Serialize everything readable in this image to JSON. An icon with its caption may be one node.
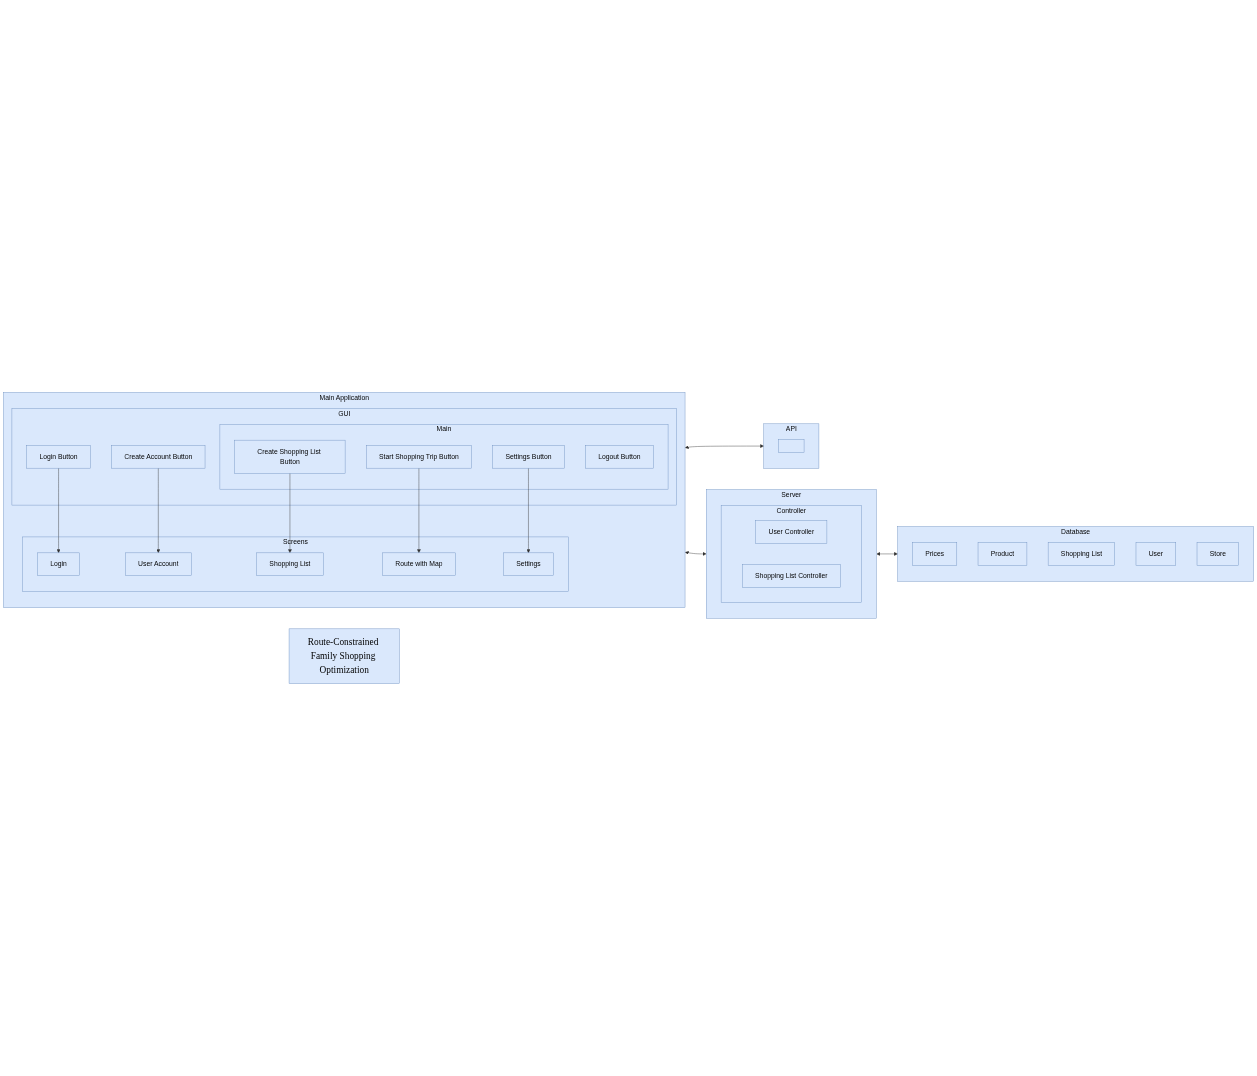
{
  "diagram": {
    "nodes": [
      {
        "text": [
          "Route-Constrained Family Shopping Optimization"
        ]
      },
      {
        "text": [
          "Main Application"
        ]
      },
      {
        "text": [
          "GUI"
        ],
        "in": 1
      },
      {
        "text": [
          "Login Button"
        ],
        "in": 2
      },
      {
        "text": [
          "Create Account Button"
        ],
        "in": 2
      },
      {
        "text": [
          "Main"
        ],
        "in": 2
      },
      {
        "text": [
          "Create Shopping List Button"
        ],
        "in": 5
      },
      {
        "text": [
          "Start Shopping Trip Button"
        ],
        "in": 5
      },
      {
        "text": [
          "Settings Button"
        ],
        "in": 5
      },
      {
        "text": [
          "Logout Button"
        ],
        "in": 5
      },
      {
        "text": [
          "Screens"
        ],
        "in": 1
      },
      {
        "text": [
          "Login"
        ],
        "in": 10
      },
      {
        "text": [
          "User Account"
        ],
        "in": 10
      },
      {
        "text": [
          "Shopping List"
        ],
        "in": 10
      },
      {
        "text": [
          "Route with Map"
        ],
        "in": 10
      },
      {
        "text": [
          "Settings"
        ],
        "in": 10
      },
      {
        "text": [
          "Server"
        ]
      },
      {
        "text": [
          "Controller"
        ],
        "in": 16
      },
      {
        "text": [
          "User Controller"
        ],
        "in": 17
      },
      {
        "text": [
          "Shopping List Controller"
        ],
        "in": 17
      },
      {
        "text": [
          "Database"
        ]
      },
      {
        "text": [
          "Prices"
        ],
        "in": 20
      },
      {
        "text": [
          "Product"
        ],
        "in": 20
      },
      {
        "text": [
          "Shopping List"
        ],
        "in": 20
      },
      {
        "text": [
          "User"
        ],
        "in": 20
      },
      {
        "text": [
          "Store"
        ],
        "in": 20
      },
      {
        "text": [
          "API"
        ]
      },
      {
        "text": [],
        "shape": "box",
        "in": 26
      }
    ],
    "edges": [
      {
        "from": 3,
        "to": 11,
        "arrow": "to"
      },
      {
        "from": 4,
        "to": 12,
        "arrow": "to"
      },
      {
        "from": 6,
        "to": 13,
        "arrow": "to"
      },
      {
        "from": 7,
        "to": 14,
        "arrow": "to"
      },
      {
        "from": 8,
        "to": 15,
        "arrow": "to"
      },
      {
        "from": 1,
        "to": 16,
        "arrow": "both"
      },
      {
        "from": 16,
        "to": 20,
        "arrow": "both"
      },
      {
        "from": 1,
        "to": 26,
        "arrow": "both"
      }
    ]
  }
}
